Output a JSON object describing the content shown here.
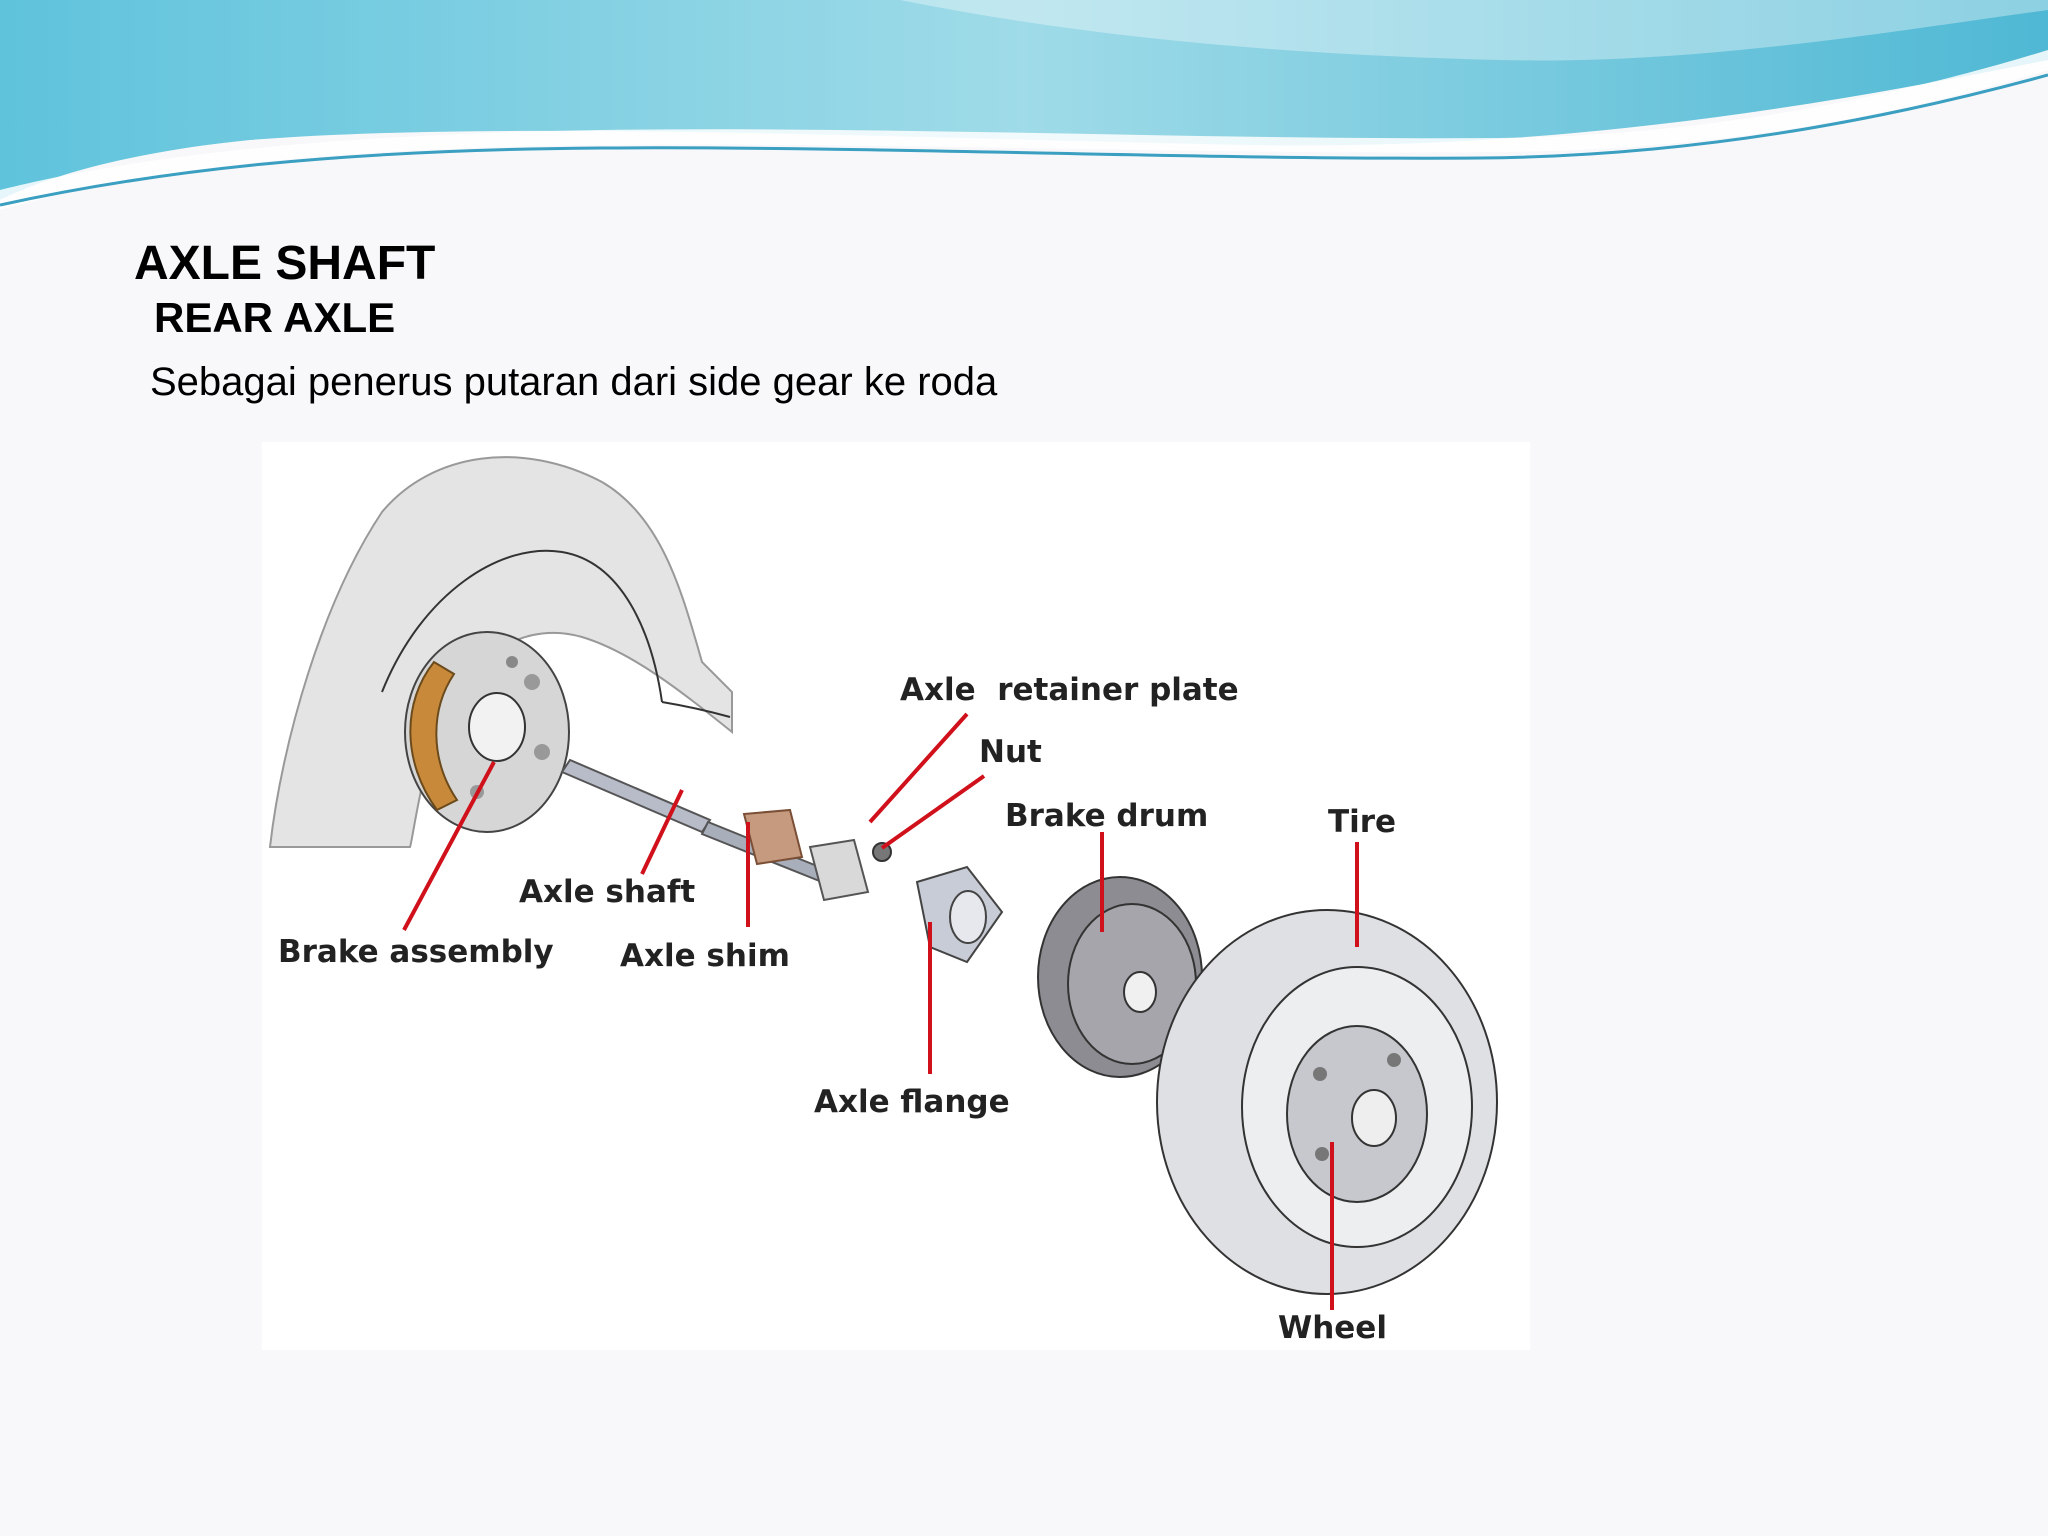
{
  "slide": {
    "title": "AXLE SHAFT",
    "subtitle": "REAR AXLE",
    "body": "Sebagai penerus putaran dari side gear ke roda"
  },
  "diagram": {
    "labels": {
      "axle_retainer_plate": "Axle  retainer plate",
      "nut": "Nut",
      "brake_drum": "Brake drum",
      "tire": "Tire",
      "axle_shaft": "Axle shaft",
      "brake_assembly": "Brake assembly",
      "axle_shim": "Axle shim",
      "axle_flange": "Axle flange",
      "wheel": "Wheel"
    },
    "leader_color": "#d0101a"
  },
  "colors": {
    "banner_light": "#b8e4ee",
    "banner_mid": "#7ccfe0",
    "banner_dark": "#3fa9c8",
    "background": "#f8f8fb"
  }
}
